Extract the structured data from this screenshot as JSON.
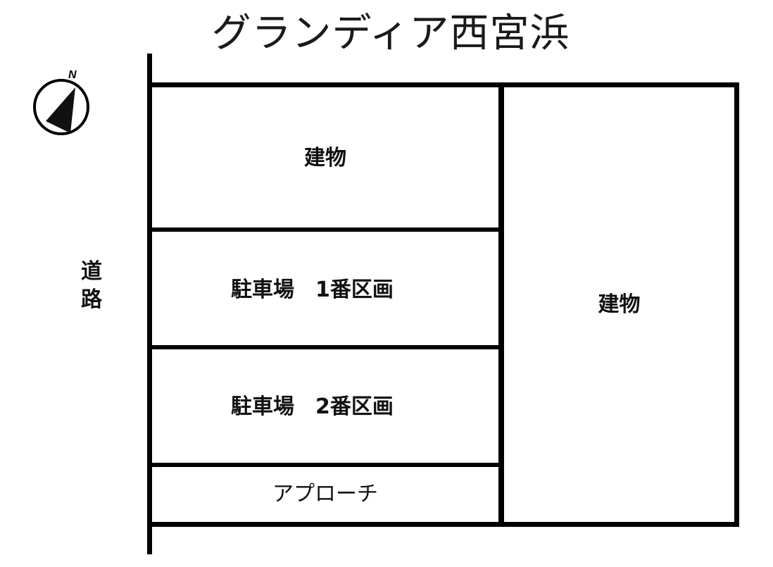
{
  "title": "グランディア西宮浜",
  "compass": {
    "icon": "north-arrow-icon",
    "label": "N"
  },
  "road": {
    "label": "道路",
    "chars": [
      "道",
      "路"
    ]
  },
  "areas": {
    "building_top": "建物",
    "parking_1": "駐車場　1番区画",
    "parking_2": "駐車場　2番区画",
    "approach": "アプローチ",
    "building_right": "建物"
  },
  "colors": {
    "line": "#000000",
    "background": "#ffffff",
    "text": "#111111"
  }
}
